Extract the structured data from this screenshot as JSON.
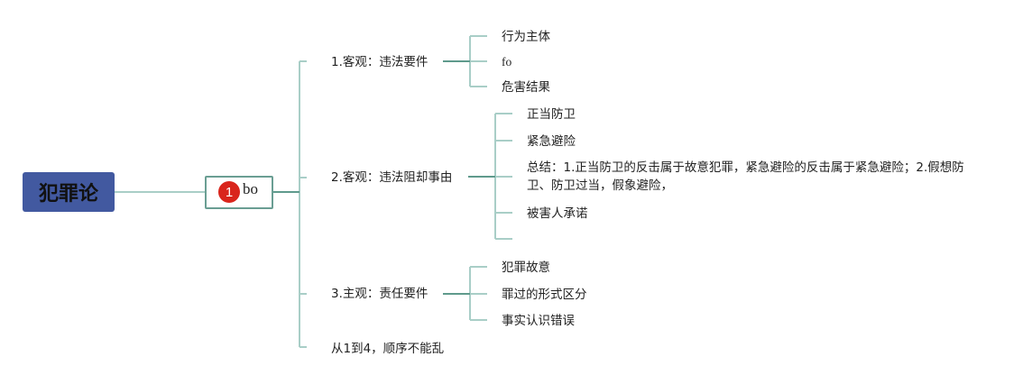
{
  "root": {
    "label": "犯罪论",
    "color": "#4259a0"
  },
  "topic": {
    "badge": "1",
    "label": "bo"
  },
  "branches": [
    {
      "label": "1.客观：违法要件",
      "children": [
        "行为主体",
        "fo",
        "危害结果"
      ]
    },
    {
      "label": "2.客观：违法阻却事由",
      "children": [
        "正当防卫",
        "紧急避险",
        "总结：1.正当防卫的反击属于故意犯罪，紧急避险的反击属于紧急避险；2.假想防卫、防卫过当，假象避险，",
        "被害人承诺",
        ""
      ]
    },
    {
      "label": "3.主观：责任要件",
      "children": [
        "犯罪故意",
        "罪过的形式区分",
        "事实认识错误"
      ]
    },
    {
      "label": "从1到4，顺序不能乱",
      "children": []
    }
  ],
  "colors": {
    "line_light": "#a9cec7",
    "line_dark": "#5f9a8c",
    "badge": "#d9251c"
  }
}
